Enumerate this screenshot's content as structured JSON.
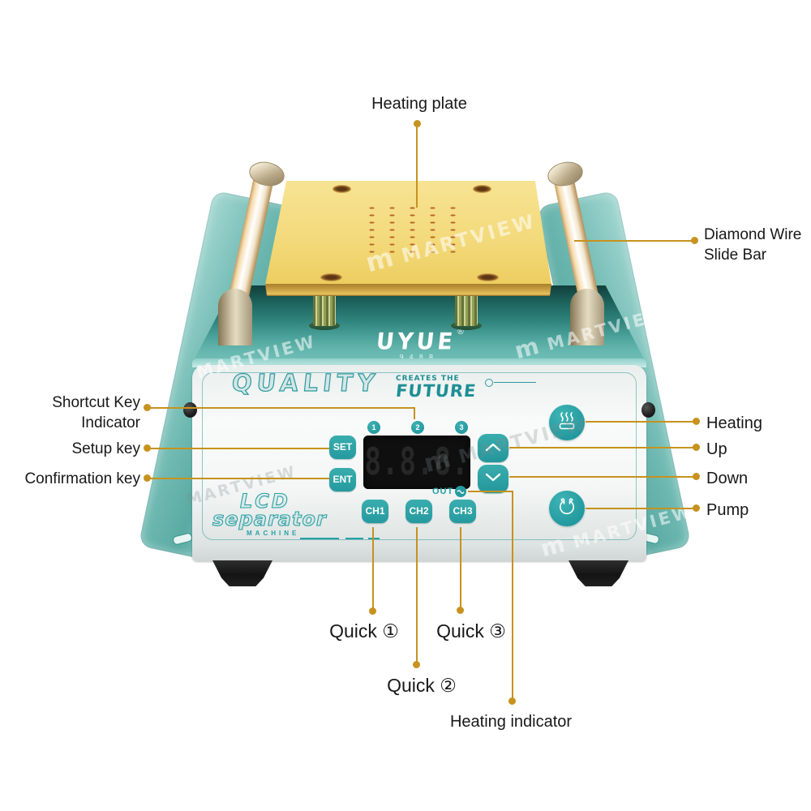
{
  "watermark": {
    "logo_letter": "m",
    "brand": "MARTVIEW"
  },
  "callouts": {
    "heating_plate": {
      "label": "Heating plate"
    },
    "diamond_wire": {
      "line1": "Diamond Wire",
      "line2": "Slide Bar"
    },
    "shortcut_key": {
      "line1": "Shortcut Key",
      "line2": "Indicator"
    },
    "setup_key": {
      "label": "Setup key"
    },
    "confirmation_key": {
      "label": "Confirmation key"
    },
    "heating": {
      "label": "Heating"
    },
    "up": {
      "label": "Up"
    },
    "down": {
      "label": "Down"
    },
    "pump": {
      "label": "Pump"
    },
    "quick1": {
      "label": "Quick ①"
    },
    "quick2": {
      "label": "Quick ②"
    },
    "quick3": {
      "label": "Quick ③"
    },
    "heating_indicator": {
      "label": "Heating indicator"
    }
  },
  "device": {
    "brand": "UYUE",
    "registered": "®",
    "model": "948R",
    "slogan": {
      "word1": "QUALITY",
      "word2": "CREATES THE",
      "word3": "FUTURE"
    },
    "shortcut_indicators": [
      "1",
      "2",
      "3"
    ],
    "display": {
      "digits": "8.8.8.",
      "out_label": "OUT"
    },
    "keys": {
      "set": "SET",
      "ent": "ENT",
      "ch1": "CH1",
      "ch2": "CH2",
      "ch3": "CH3"
    },
    "logo": {
      "line1": "LCD",
      "line2": "separator",
      "line3": "MACHINE"
    }
  },
  "colors": {
    "accent": "#c7921e",
    "teal": "#2aa0a4",
    "gold": "#f3da7c",
    "panel": "#f4f7f6"
  }
}
